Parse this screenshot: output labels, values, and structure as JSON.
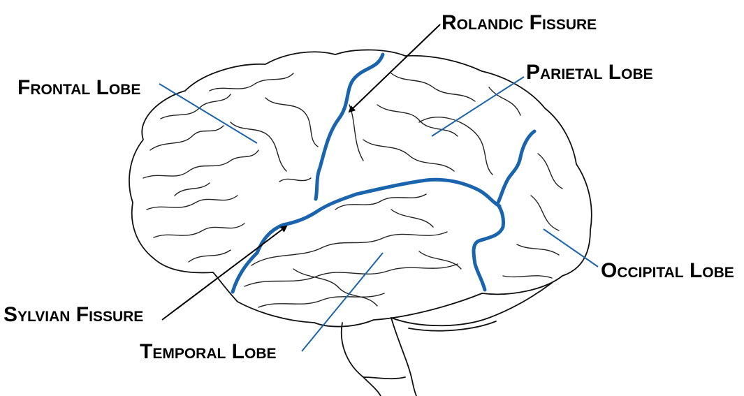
{
  "labels": {
    "rolandic": "Rolandic Fissure",
    "frontal": "Frontal Lobe",
    "parietal": "Parietal Lobe",
    "occipital": "Occipital Lobe",
    "sylvian": "Sylvian Fissure",
    "temporal": "Temporal Lobe"
  },
  "colors": {
    "fissure": "#1a64ad",
    "leader_line": "#1a64ad",
    "arrow": "#000000"
  }
}
